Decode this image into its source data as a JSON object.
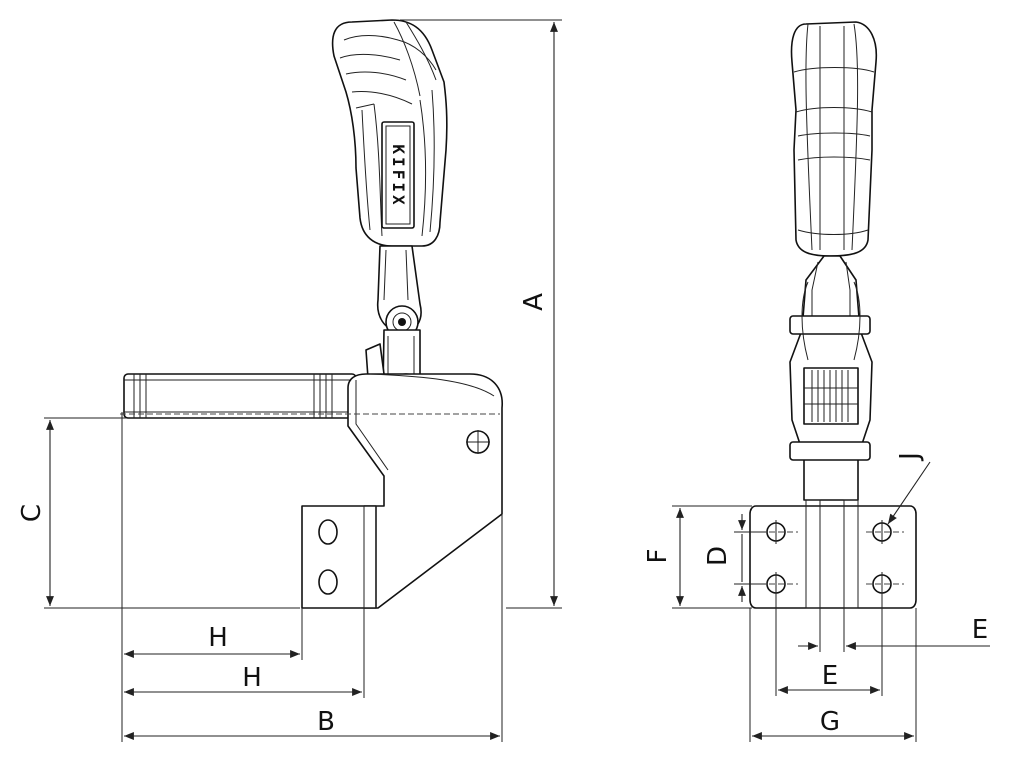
{
  "brand": "KIFIX",
  "side_view": {
    "dimensions": {
      "a": "A",
      "c": "C",
      "h_upper": "H",
      "h_lower": "H",
      "b": "B"
    }
  },
  "front_view": {
    "dimensions": {
      "f": "F",
      "d": "D",
      "j": "J",
      "e_right": "E",
      "e_lower": "E",
      "g": "G"
    }
  }
}
